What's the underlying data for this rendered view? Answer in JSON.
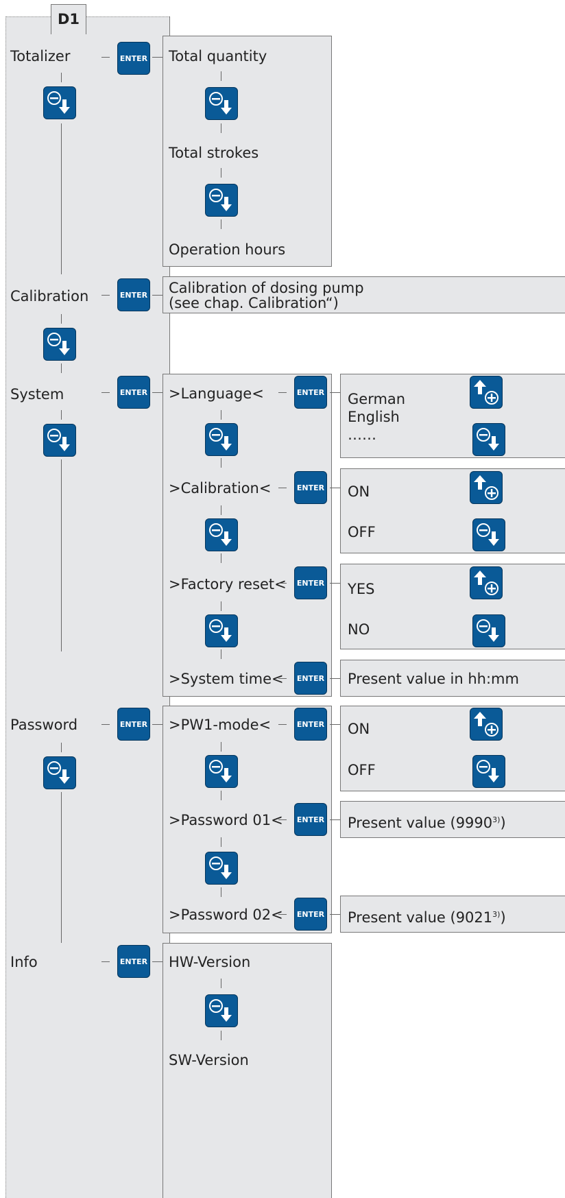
{
  "tab_label": "D1",
  "menu": {
    "totalizer": "Totalizer",
    "calibration": "Calibration",
    "system": "System",
    "password": "Password",
    "info": "Info"
  },
  "enter_label": "ENTER",
  "totalizer": {
    "total_quantity": "Total quantity",
    "total_strokes": "Total strokes",
    "operation_hours": "Operation hours"
  },
  "calibration": {
    "line1": "Calibration of dosing pump",
    "line2": "(see chap. Calibration“)"
  },
  "system": {
    "language": ">Language<",
    "language_options": [
      "German",
      "English",
      "……"
    ],
    "calibration": ">Calibration<",
    "calibration_on": "ON",
    "calibration_off": "OFF",
    "factory_reset": ">Factory reset<",
    "reset_yes": "YES",
    "reset_no": "NO",
    "system_time": ">System time<",
    "system_time_value": "Present value in hh:mm"
  },
  "password": {
    "pw1_mode": ">PW1-mode<",
    "pw1_on": "ON",
    "pw1_off": "OFF",
    "password01": ">Password 01<",
    "password01_value": "Present value (9990",
    "password01_sup": "3)",
    "password01_close": ")",
    "password02": ">Password 02<",
    "password02_value": "Present value (9021",
    "password02_sup": "3)",
    "password02_close": ")"
  },
  "info": {
    "hw_version": "HW-Version",
    "sw_version": "SW-Version"
  },
  "colors": {
    "key_blue": "#0a5a97",
    "panel_gray": "#e6e7e9",
    "border": "#777777"
  },
  "icons": {
    "enter": "enter-key-icon",
    "down_minus": "minus-down-key-icon",
    "up_plus": "plus-up-key-icon"
  }
}
